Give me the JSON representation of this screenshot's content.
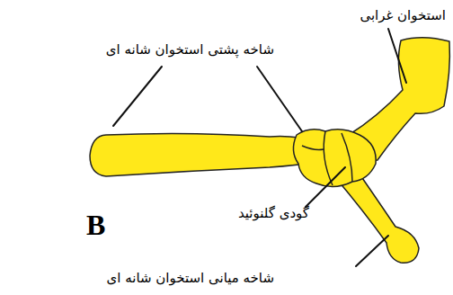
{
  "diagram": {
    "labels": [
      "استخوان غرابی",
      "شاخه پشتی استخوان شانه ای",
      "گودی گلنوئید",
      "شاخه میانی استخوان شانه ای",
      "B"
    ]
  }
}
